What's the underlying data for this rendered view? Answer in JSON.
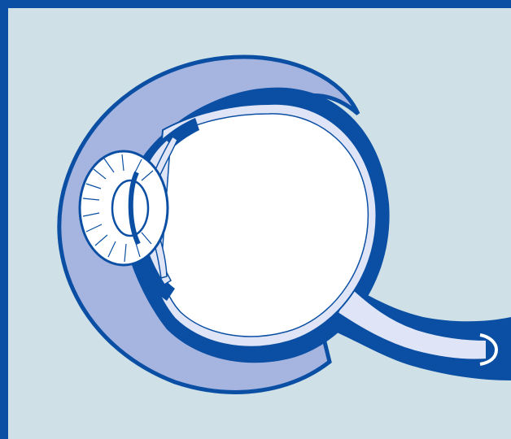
{
  "colors": {
    "frame": "#0a4fa3",
    "panel_background": "#cfe0e6",
    "outline_blue": "#0a4fa3",
    "shade_lavender": "#a6b4e0",
    "light_fill": "#dfe5f6",
    "white": "#ffffff"
  },
  "diagram": {
    "subject": "eye-cross-section-illustration",
    "parts": [
      "eyelid-orbit-shading",
      "iris",
      "pupil",
      "cornea",
      "lens",
      "eyeball",
      "vitreous-body",
      "optic-nerve"
    ]
  }
}
